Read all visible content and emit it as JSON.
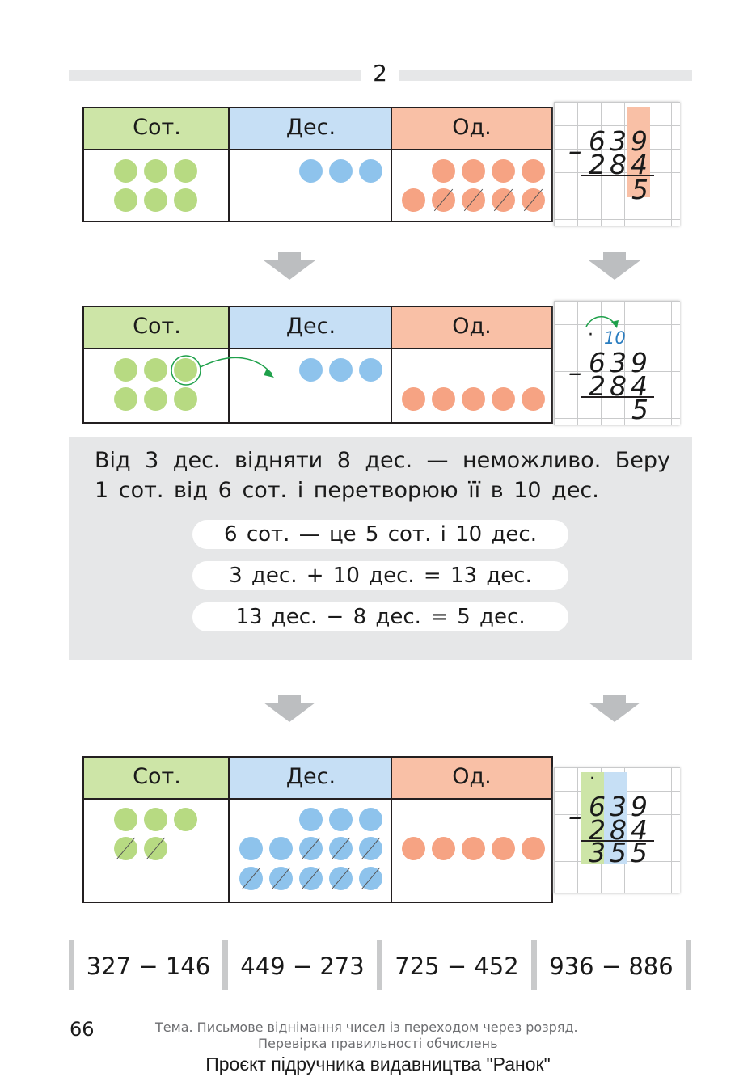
{
  "task_number": "2",
  "headers": {
    "hundreds": "Сот.",
    "tens": "Дес.",
    "ones": "Од."
  },
  "step1": {
    "top": "639",
    "bottom": "284",
    "result": "5",
    "minus": "–"
  },
  "step2": {
    "borrow": "10",
    "dot": "·",
    "top": "639",
    "bottom": "284",
    "result": "5",
    "minus": "–"
  },
  "step3": {
    "dot": "·",
    "top": "639",
    "bottom": "284",
    "result": "355",
    "minus": "–"
  },
  "explanation": {
    "line1": "Від 3 дес. відняти 8 дес. — неможливо. Беру",
    "line2": "1 сот. від 6 сот. і перетворюю її в 10 дес.",
    "pills": [
      "6 сот. — це 5 сот. і 10 дес.",
      "3 дес. + 10 дес. = 13 дес.",
      "13 дес. − 8 дес. = 5 дес."
    ]
  },
  "exercises": [
    "327 − 146",
    "449 − 273",
    "725 − 452",
    "936 − 886"
  ],
  "footer": {
    "page_number": "66",
    "topic_label": "Тема.",
    "topic_line1": "Письмове віднімання чисел із переходом через розряд.",
    "topic_line2": "Перевірка правильності обчислень",
    "publisher": "Проєкт підручника видавництва \"Ранок\""
  },
  "colors": {
    "green": "#b7da82",
    "blue": "#8ec3ec",
    "orange": "#f6a383",
    "grey": "#e6e7e8",
    "arrow_green": "#1ea04a",
    "borrow_blue": "#2a7dc0"
  }
}
